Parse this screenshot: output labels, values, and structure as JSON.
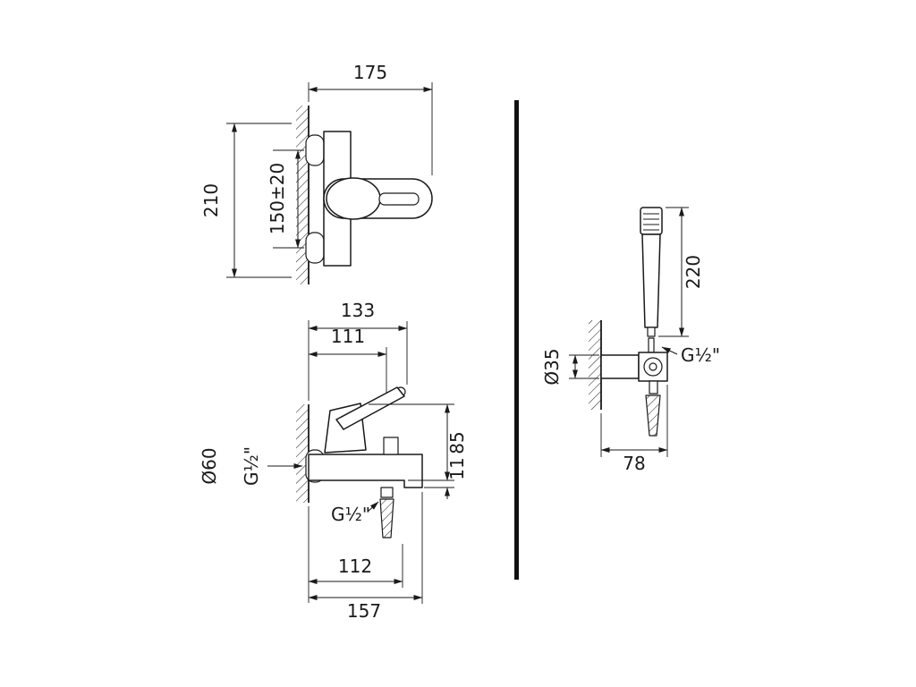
{
  "colors": {
    "ink": "#1a1a1a",
    "background": "#ffffff",
    "divider": "#111111"
  },
  "views": {
    "mixer_front": {
      "dim_width": "175",
      "dim_height": "210",
      "dim_centers": "150±20"
    },
    "mixer_side": {
      "dim_top_width": "133",
      "dim_inner_width": "111",
      "dim_flange": "Ø60",
      "dim_inlet_thread": "G½\"",
      "dim_height": "85",
      "dim_lip": "11",
      "dim_outlet_thread": "G½\"",
      "dim_lower_width": "112",
      "dim_total_width": "157"
    },
    "hand_shower": {
      "dim_length": "220",
      "dim_flange": "Ø35",
      "dim_thread": "G½\"",
      "dim_bracket": "78"
    }
  }
}
